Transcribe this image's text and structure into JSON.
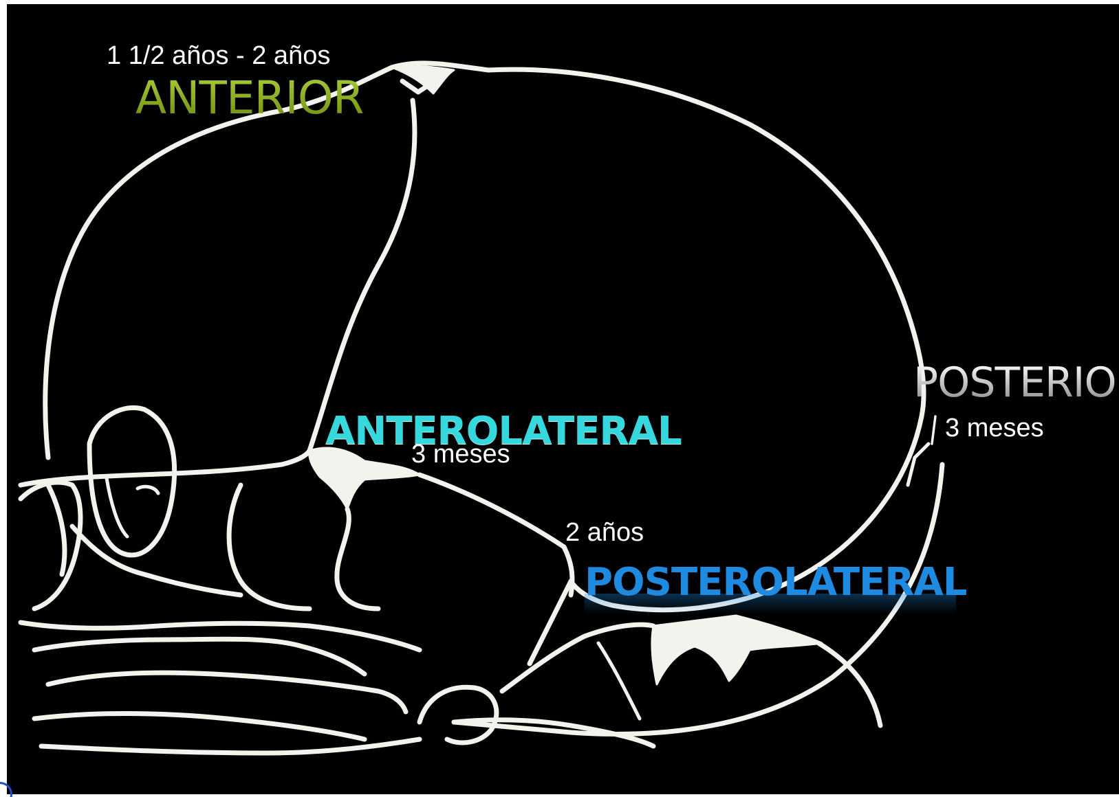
{
  "labels": {
    "anterior": "ANTERIOR",
    "anterior_age": "1 1/2 años - 2 años",
    "anterolateral": "ANTEROLATERAL",
    "anterolateral_age": "3 meses",
    "posterolateral": "POSTEROLATERAL",
    "posterolateral_age": "2 años",
    "posterior": "POSTERIOR",
    "posterior_age": "3 meses"
  },
  "colors": {
    "background": "#000000",
    "outline": "#f3f3ee",
    "anterior": "#88ad1c",
    "anterolateral": "#35d8dc",
    "posterolateral": "#1e8ae0",
    "posterior": "#ececec",
    "age_text": "#ffffff"
  }
}
